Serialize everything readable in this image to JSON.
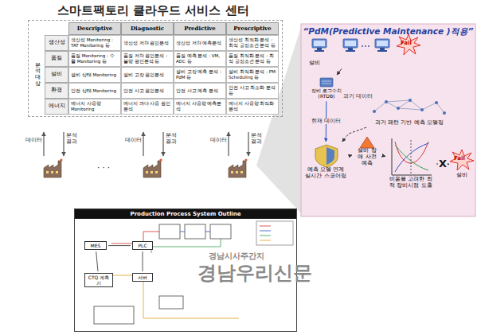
{
  "diagram": {
    "nodes": [
      {
        "text": [
          "스마트팩토리 클라우드 서비스 센터"
        ]
      },
      {
        "text": [
          "분석 대상"
        ],
        "in": 0
      },
      {
        "text": [
          "Descriptive"
        ],
        "in": 0
      },
      {
        "text": [
          "Diagnostic"
        ],
        "in": 0
      },
      {
        "text": [
          "Predictive"
        ],
        "in": 0
      },
      {
        "text": [
          "Prescriptive"
        ],
        "in": 0
      },
      {
        "text": [
          "생산성"
        ],
        "in": 0
      },
      {
        "text": [
          "품질"
        ],
        "in": 0
      },
      {
        "text": [
          "설비"
        ],
        "in": 0
      },
      {
        "text": [
          "환경"
        ],
        "in": 0
      },
      {
        "text": [
          "에너지"
        ],
        "in": 0
      },
      {
        "text": [
          "생산성 Monitoring : TAT Monitoring 등"
        ],
        "in": 0
      },
      {
        "text": [
          "생산성 저하 원인분석"
        ],
        "in": 0
      },
      {
        "text": [
          "생산성 저하 예측분석"
        ],
        "in": 0
      },
      {
        "text": [
          "생산성 최적화 분석 : 최적 공정조건 분석 등"
        ],
        "in": 0
      },
      {
        "text": [
          "품질 Monitoring : 수율 Monitoring 등"
        ],
        "in": 0
      },
      {
        "text": [
          "품질 저하 원인분석 : 불량 원인분석 등"
        ],
        "in": 0
      },
      {
        "text": [
          "품질 예측 분석 : VM, ADC 등"
        ],
        "in": 0
      },
      {
        "text": [
          "품질 최적화 분석 : 최적 공정조건 분석 등"
        ],
        "in": 0
      },
      {
        "text": [
          "설비 상태 Monitoring"
        ],
        "in": 0
      },
      {
        "text": [
          "설비 고장 원인분석"
        ],
        "in": 0
      },
      {
        "text": [
          "설비 고장 예측 분석 : PdM 등"
        ],
        "in": 0
      },
      {
        "text": [
          "설비 최적화 분석 : PM Scheduling 등"
        ],
        "in": 0
      },
      {
        "text": [
          "안전 상태 Monitoring"
        ],
        "in": 0
      },
      {
        "text": [
          "안전 사고 원인분석"
        ],
        "in": 0
      },
      {
        "text": [
          "안전 사고 예측 분석"
        ],
        "in": 0
      },
      {
        "text": [
          "안전 사고 최소화 분석 등"
        ],
        "in": 0
      },
      {
        "text": [
          "에너지 사용량 Monitoring"
        ],
        "in": 0
      },
      {
        "text": [
          "에너지 과다 사용 원인분석"
        ],
        "in": 0
      },
      {
        "text": [
          "에너지 사용량 예측분석"
        ],
        "in": 0
      },
      {
        "text": [
          "에너지 사용량 최적화 분석"
        ],
        "in": 0
      },
      {
        "text": [
          "Production Process System Outline"
        ]
      },
      {
        "text": [
          "MES"
        ],
        "in": 31
      },
      {
        "text": [
          "CTQ 계측기"
        ],
        "in": 31
      },
      {
        "text": [
          "PLC"
        ],
        "in": 31
      },
      {
        "text": [
          "서버"
        ],
        "in": 31
      },
      {
        "text": [
          "“PdM(Predictive Maintenance )적용”"
        ]
      },
      {
        "text": [
          "설비"
        ],
        "in": 36
      },
      {
        "text": [
          "장비 로그수치 (RTDB)"
        ],
        "in": 36
      },
      {
        "text": [
          "과거 패턴 기반 예측 모델링"
        ],
        "in": 36
      },
      {
        "text": [
          "예측 모델 연계 실시간 스코어링"
        ],
        "in": 36
      },
      {
        "text": [
          "설비 장애 사전예측"
        ],
        "in": 36
      },
      {
        "text": [
          "비용을 고려한 최적 장비시점 도출"
        ],
        "in": 36
      },
      {
        "text": [
          "설비"
        ],
        "in": 36
      }
    ],
    "edges": [
      {
        "from": 37,
        "to": 38,
        "arrow": "to"
      },
      {
        "from": 38,
        "to": 39,
        "label": "과거 데이터",
        "arrow": "to"
      },
      {
        "from": 38,
        "to": 40,
        "label": "현재 데이터",
        "arrow": "to"
      },
      {
        "from": 39,
        "to": 40,
        "arrow": "to"
      },
      {
        "from": 40,
        "to": 41,
        "arrow": "to"
      },
      {
        "from": 41,
        "to": 42,
        "arrow": "to"
      },
      {
        "from": 42,
        "to": 43,
        "label": "X",
        "arrow": "to"
      },
      {
        "from": 32,
        "to": 33,
        "arrow": "none"
      },
      {
        "from": 32,
        "to": 34,
        "arrow": "none"
      },
      {
        "from": 34,
        "to": 35,
        "arrow": "none"
      }
    ],
    "labels": [
      "데이터",
      "분석 결과",
      "데이터",
      "분석 결과",
      "데이터",
      "분석 결과",
      "· · ·",
      "Fail",
      "Fail",
      "경남시사주간지",
      "경남우리신문"
    ]
  }
}
